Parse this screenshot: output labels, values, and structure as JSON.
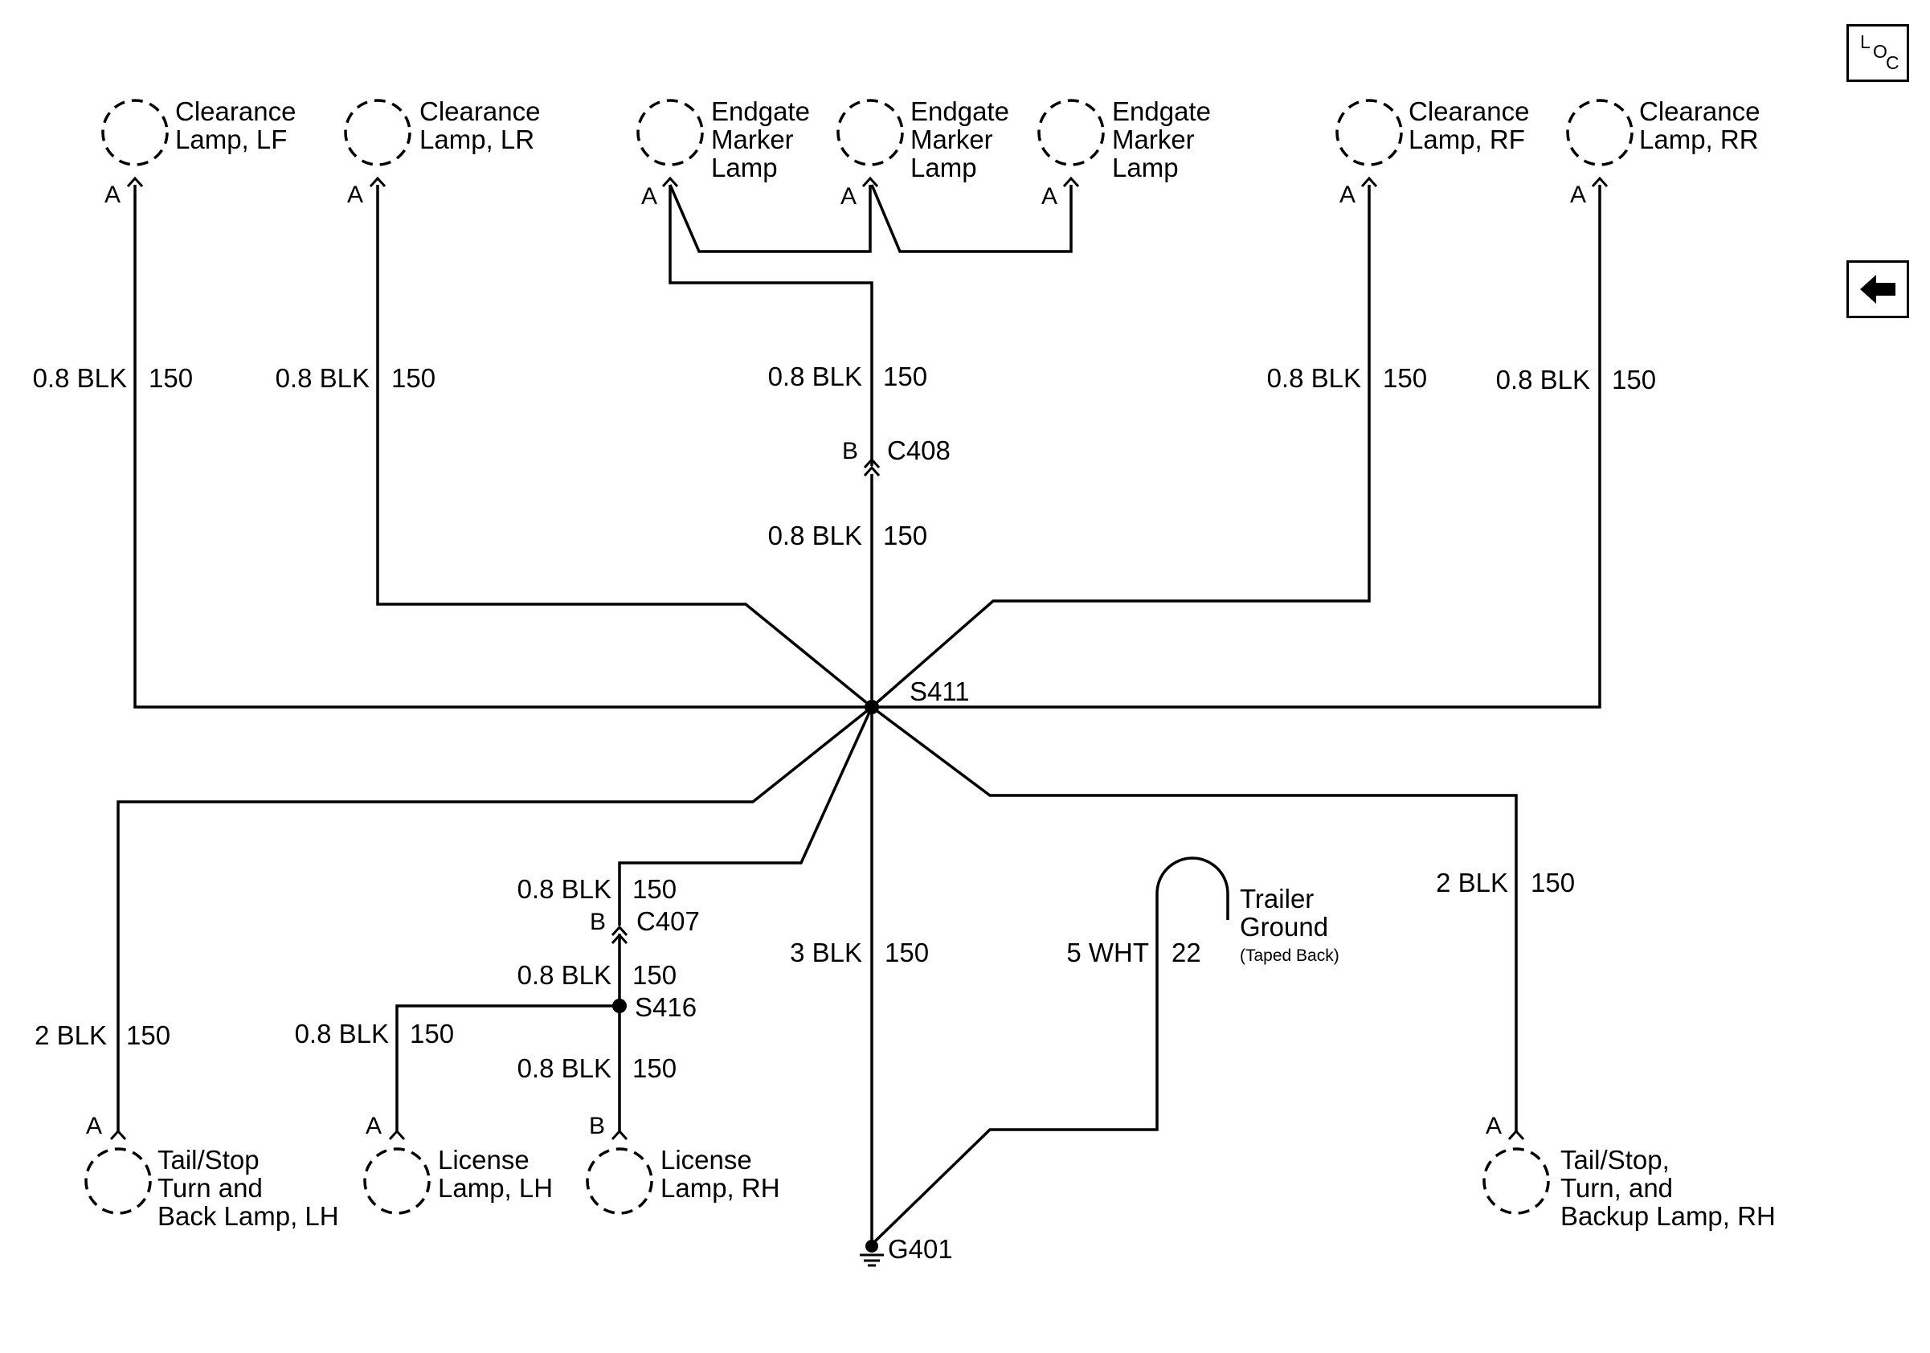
{
  "nav": {
    "loc_glyph_1": "L",
    "loc_glyph_2": "O",
    "loc_glyph_3": "C"
  },
  "icons": {
    "loc": "loc-icon",
    "back": "left-arrow-icon"
  },
  "components": {
    "clearance_lf": [
      "Clearance",
      "Lamp, LF"
    ],
    "clearance_lr": [
      "Clearance",
      "Lamp, LR"
    ],
    "endgate_1": [
      "Endgate",
      "Marker",
      "Lamp"
    ],
    "endgate_2": [
      "Endgate",
      "Marker",
      "Lamp"
    ],
    "endgate_3": [
      "Endgate",
      "Marker",
      "Lamp"
    ],
    "clearance_rf": [
      "Clearance",
      "Lamp, RF"
    ],
    "clearance_rr": [
      "Clearance",
      "Lamp, RR"
    ],
    "tail_lh": [
      "Tail/Stop",
      "Turn and",
      "Back Lamp, LH"
    ],
    "license_lh": [
      "License",
      "Lamp, LH"
    ],
    "license_rh": [
      "License",
      "Lamp, RH"
    ],
    "tail_rh": [
      "Tail/Stop,",
      "Turn, and",
      "Backup Lamp, RH"
    ],
    "trailer_ground": [
      "Trailer",
      "Ground"
    ],
    "trailer_note": "(Taped Back)"
  },
  "pins": {
    "a": "A",
    "b": "B"
  },
  "connectors": {
    "c408": "C408",
    "c407": "C407"
  },
  "splices": {
    "s411": "S411",
    "s416": "S416"
  },
  "ground": "G401",
  "wires": {
    "blk08": "0.8 BLK",
    "blk2": "2 BLK",
    "blk3": "3 BLK",
    "wht5": "5 WHT",
    "c150": "150",
    "c22": "22"
  }
}
